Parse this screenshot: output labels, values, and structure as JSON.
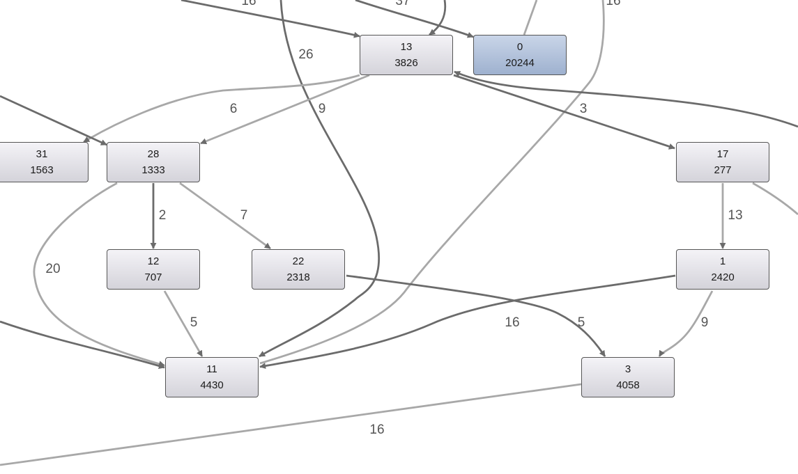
{
  "theme": {
    "edge_dark": "#6b6b6b",
    "edge_light": "#a8a8a8",
    "node_selected": "#a9bbd6",
    "node_default": "#e4e3e9"
  },
  "nodes": [
    {
      "id": "13",
      "value": "3826"
    },
    {
      "id": "0",
      "value": "20244",
      "selected": true
    },
    {
      "id": "31",
      "value": "1563"
    },
    {
      "id": "28",
      "value": "1333"
    },
    {
      "id": "17",
      "value": "277"
    },
    {
      "id": "12",
      "value": "707"
    },
    {
      "id": "22",
      "value": "2318"
    },
    {
      "id": "1",
      "value": "2420"
    },
    {
      "id": "11",
      "value": "4430"
    },
    {
      "id": "3",
      "value": "4058"
    }
  ],
  "edge_labels": [
    "16",
    "37",
    "16",
    "26",
    "6",
    "9",
    "3",
    "2",
    "7",
    "13",
    "20",
    "5",
    "16",
    "5",
    "9",
    "16"
  ]
}
